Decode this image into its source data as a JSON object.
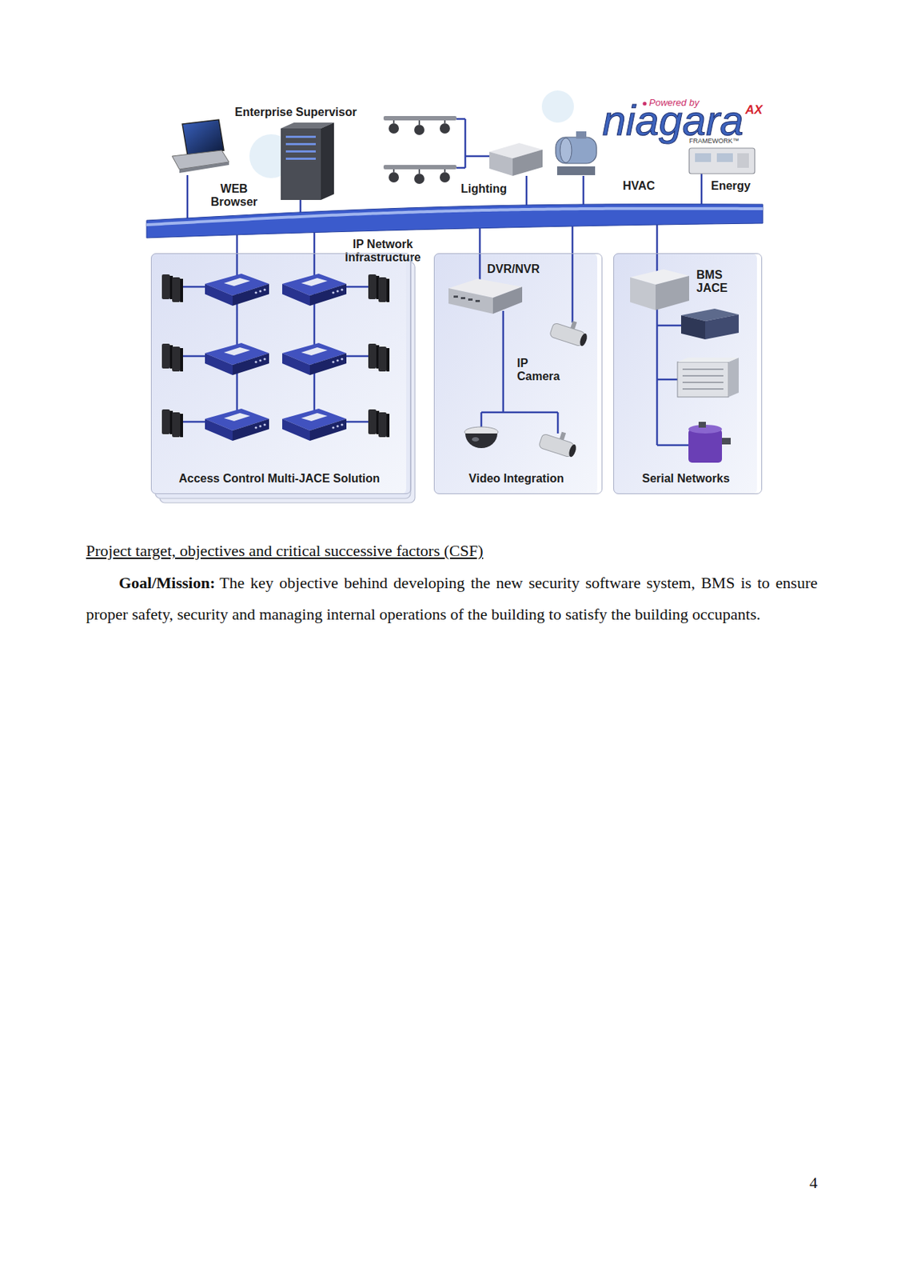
{
  "diagram": {
    "nodes": [
      {
        "text": [
          "IP Network Infrastructure"
        ]
      },
      {
        "text": [
          "Access Control Multi-JACE Solution"
        ]
      },
      {
        "text": [
          "DVR/NVR",
          "IP Camera",
          "Video Integration"
        ]
      },
      {
        "text": [
          "BMS JACE",
          "Serial Networks"
        ]
      }
    ],
    "edges": [
      {
        "from": 0,
        "to": 1,
        "arrow": "none"
      },
      {
        "from": 0,
        "to": 1,
        "arrow": "none"
      },
      {
        "from": 0,
        "to": 2,
        "arrow": "none"
      },
      {
        "from": 0,
        "to": 2,
        "arrow": "none"
      },
      {
        "from": 0,
        "to": 3,
        "arrow": "none"
      }
    ],
    "labels": [
      "Enterprise Supervisor",
      "WEB Browser",
      "Lighting",
      "HVAC",
      "Energy",
      "Powered by",
      "niagara",
      "AX",
      "FRAMEWORK™",
      "Project target, objectives and critical successive factors (CSF)",
      "Goal/Mission:",
      "The key objective behind developing the new security software system, BMS is to ensure proper safety, security and managing internal operations of the building to satisfy the building occupants.",
      "4"
    ]
  }
}
